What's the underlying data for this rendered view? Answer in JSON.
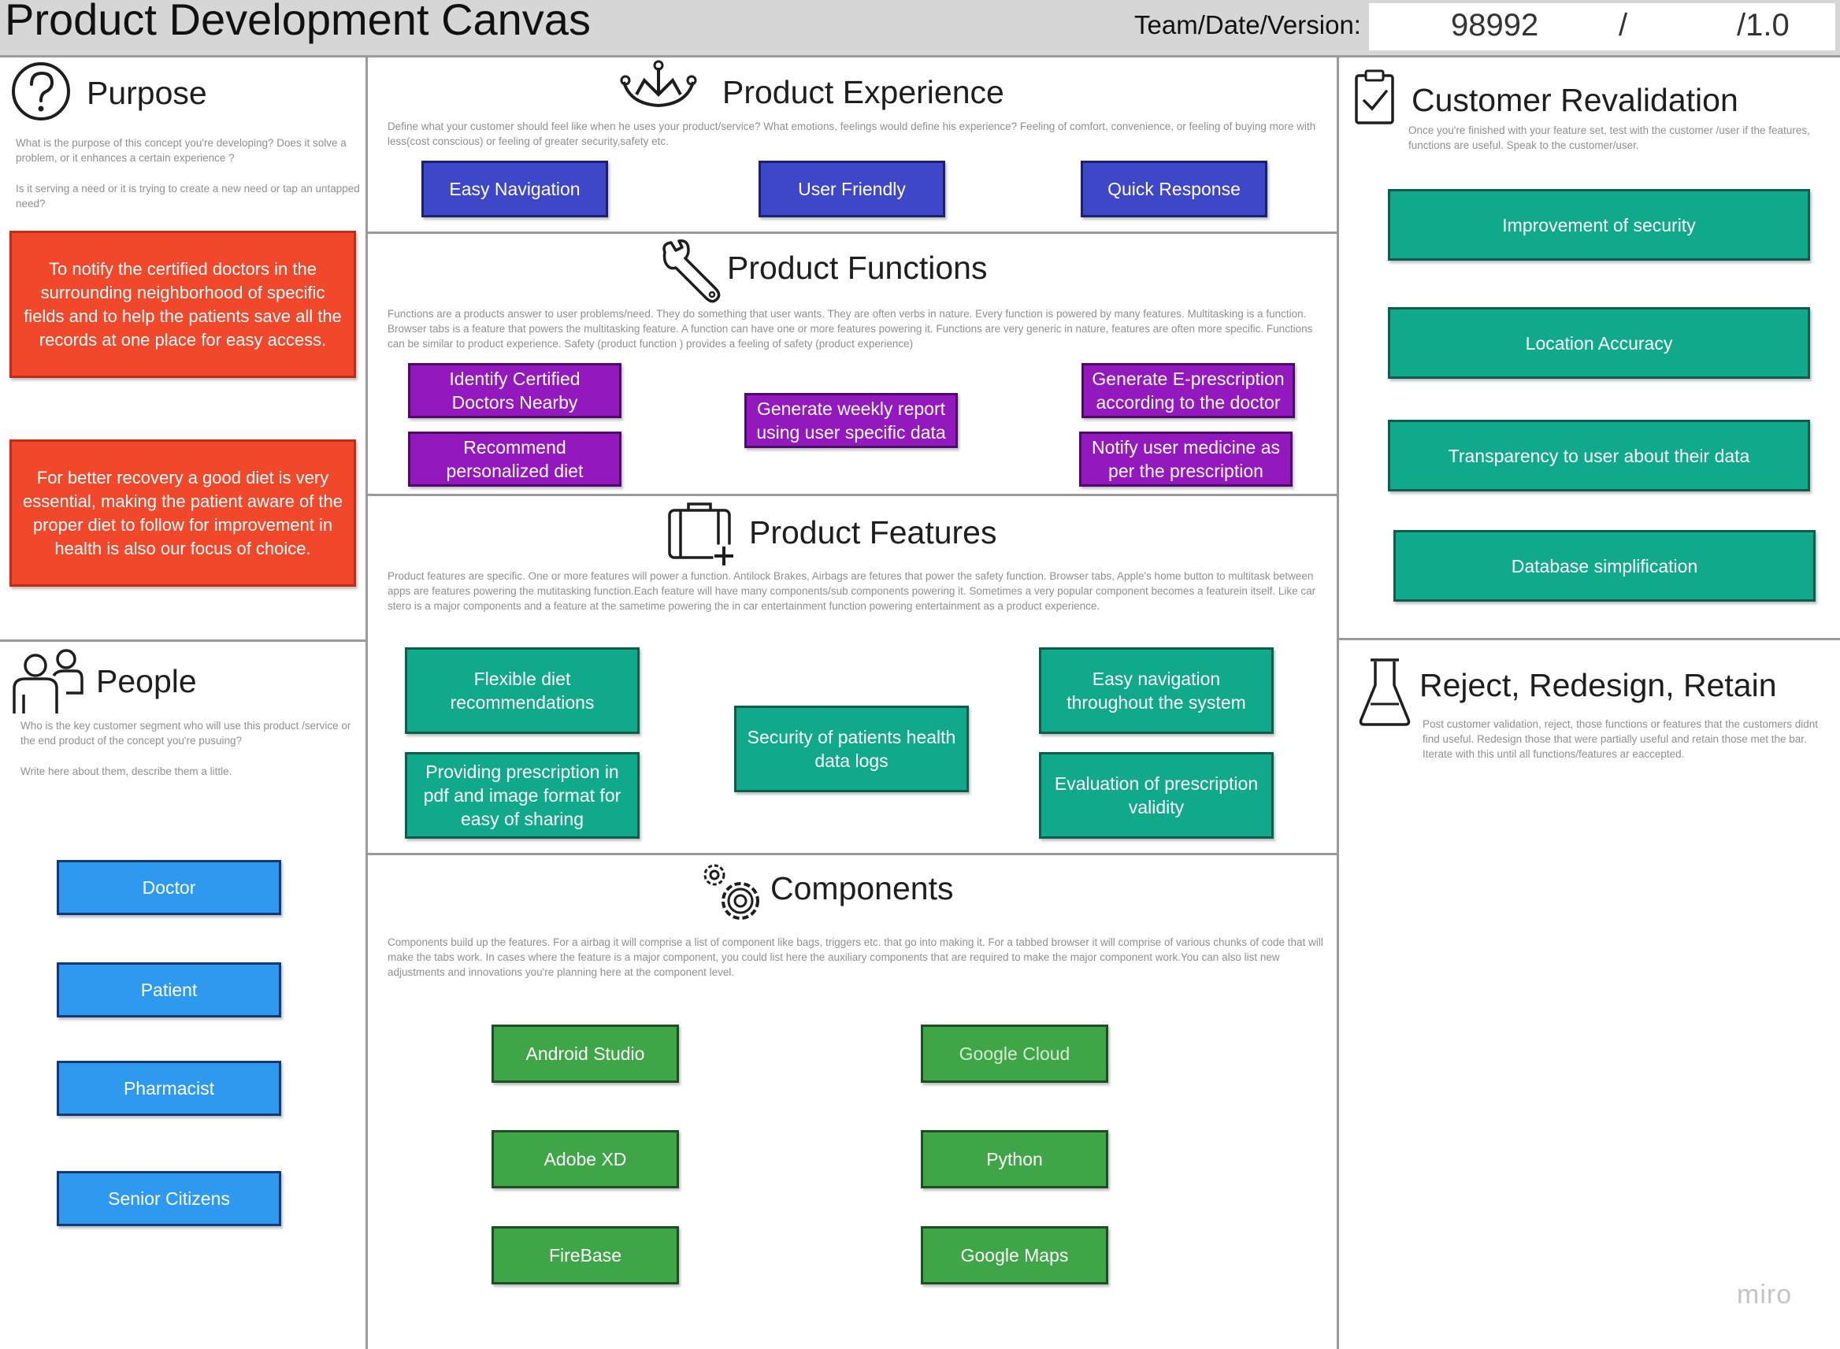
{
  "header": {
    "title": "Product Development Canvas",
    "tdv_label": "Team/Date/Version:",
    "team": "98992",
    "date": "/",
    "version": "/1.0"
  },
  "purpose": {
    "title": "Purpose",
    "desc1": "What is the purpose of this concept you're developing? Does it solve a problem, or it enhances a certain experience ?",
    "desc2": "Is it serving a need or it is trying to create a new need or tap an untapped need?",
    "notes": [
      "To notify the certified doctors in the surrounding neighborhood of specific fields and to help the patients save all the records at one place for easy access.",
      "For better recovery a good diet is very essential, making the patient aware of the proper diet to follow for improvement in health is also our focus of choice."
    ]
  },
  "people": {
    "title": "People",
    "desc1": "Who is the key customer segment who will use this product /service or the end product of the concept you're pusuing?",
    "desc2": "Write here about them, describe them a little.",
    "notes": [
      "Doctor",
      "Patient",
      "Pharmacist",
      "Senior Citizens"
    ]
  },
  "experience": {
    "title": "Product Experience",
    "desc": "Define what your customer should feel like when he uses your product/service? What emotions, feelings would define his experience? Feeling of comfort, convenience, or feeling of buying more with less(cost conscious) or feeling of greater security,safety etc.",
    "notes": [
      "Easy Navigation",
      "User Friendly",
      "Quick Response"
    ]
  },
  "functions": {
    "title": "Product Functions",
    "desc": "Functions are a products answer to user problems/need. They do something that user wants. They are often verbs in nature. Every function is powered by many features. Multitasking is a function. Browser tabs is a feature that powers the multitasking feature. A function can have one or more features powering it. Functions are very generic in nature, features are often more specific. Functions can be similar to product experience. Safety (product function ) provides a feeling of safety (product experience)",
    "notes": [
      "Identify Certified Doctors Nearby",
      "Recommend personalized diet",
      "Generate weekly report using user specific data",
      "Generate E-prescription according to the doctor",
      "Notify user medicine  as per the prescription"
    ]
  },
  "features": {
    "title": "Product Features",
    "desc": "Product features are specific. One or more features will power a function.  Antilock Brakes, Airbags are fetures that power the safety function. Browser tabs, Apple's home button to multitask between apps are features powering the mutitasking function.Each feature will have many components/sub components powering it. Sometimes a very popular component becomes a featurein itself. Like car stero is a major components and a feature at the sametime powering the in car entertainment function powering entertainment as a product experience.",
    "notes": [
      "Flexible diet recommendations",
      "Providing prescription in pdf and image format for easy of sharing",
      "Security of patients health data logs",
      "Easy navigation throughout the system",
      "Evaluation of prescription validity"
    ]
  },
  "components": {
    "title": "Components",
    "desc": "Components build up the features. For a airbag it will comprise a list of component like bags, triggers etc. that go into making it. For a tabbed browser it will comprise of various chunks of code that will make the tabs work. In cases where the feature is a major component, you could list here the auxiliary components that are required to make the major component work.You can also list new adjustments and innovations you're planning here  at the component level.",
    "notes": [
      "Android Studio",
      "Google Cloud",
      "Adobe XD",
      "Python",
      "FireBase",
      "Google Maps"
    ]
  },
  "revalidation": {
    "title": "Customer Revalidation",
    "desc": "Once you're finished with your feature set, test with the customer /user if the features, functions are useful. Speak to the customer/user.",
    "notes": [
      "Improvement of security",
      "Location Accuracy",
      "Transparency to user about their data",
      "Database simplification"
    ]
  },
  "reject": {
    "title": "Reject, Redesign, Retain",
    "desc": "Post customer validation, reject, those functions or features that the customers didnt find useful. Redesign those that were partially useful and retain those met the bar. Iterate with this until all functions/features ar eaccepted."
  },
  "watermark": "miro",
  "colors": {
    "purpose_note": "#f1472a",
    "people_note": "#2d9af0",
    "experience_note": "#3d47c8",
    "function_note": "#9319be",
    "feature_note": "#10a98b",
    "component_note": "#3fa648",
    "header_bg": "#d6d6d6"
  }
}
